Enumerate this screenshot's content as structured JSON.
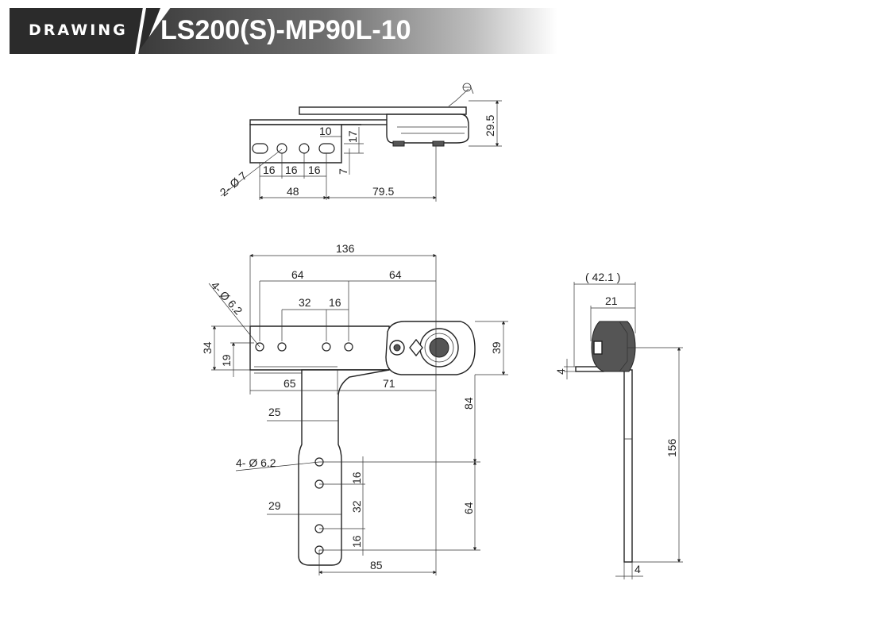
{
  "header": {
    "tag": "DRAWING",
    "title": "LS200(S)-MP90L-10"
  },
  "dimensions": {
    "top": {
      "d10": "10",
      "d17": "17",
      "d7": "7",
      "d16a": "16",
      "d16b": "16",
      "d16c": "16",
      "d48": "48",
      "d79_5": "79.5",
      "d29_5": "29.5",
      "holes": "2- Ø 7"
    },
    "front": {
      "d136": "136",
      "d64a": "64",
      "d64b": "64",
      "d32": "32",
      "d16": "16",
      "holes_top": "4- Ø 6.2",
      "d34": "34",
      "d19": "19",
      "d39": "39",
      "d65": "65",
      "d71": "71",
      "d25": "25",
      "d84": "84",
      "holes_bottom": "4- Ø 6.2",
      "d16c": "16",
      "d32b": "32",
      "d16d": "16",
      "d64c": "64",
      "d29": "29",
      "d85": "85"
    },
    "side": {
      "d42_1": "( 42.1 )",
      "d21": "21",
      "d4a": "4",
      "d156": "156",
      "d4b": "4"
    }
  },
  "colors": {
    "header_dark": "#2b2b2b",
    "line": "#222222"
  }
}
